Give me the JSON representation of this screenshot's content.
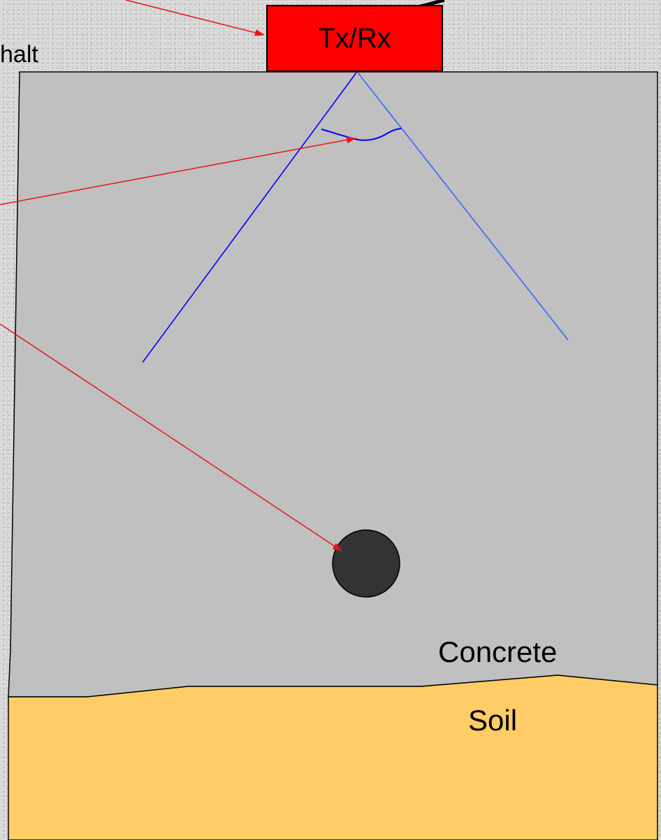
{
  "labels": {
    "transceiver": "Tx/Rx",
    "asphalt_partial": "halt",
    "concrete": "Concrete",
    "soil": "Soil"
  },
  "colors": {
    "transceiver_fill": "#ff0000",
    "concrete_fill": "#c0c0c0",
    "soil_fill": "#ffcc66",
    "rebar_fill": "#333333",
    "beam_left": "#0000ff",
    "beam_right": "#3366ff",
    "annotation_arrow": "#ff0000",
    "outline": "#000000"
  },
  "icons": {
    "rebar": "rebar-circle",
    "reflection_wave": "wave-icon"
  }
}
